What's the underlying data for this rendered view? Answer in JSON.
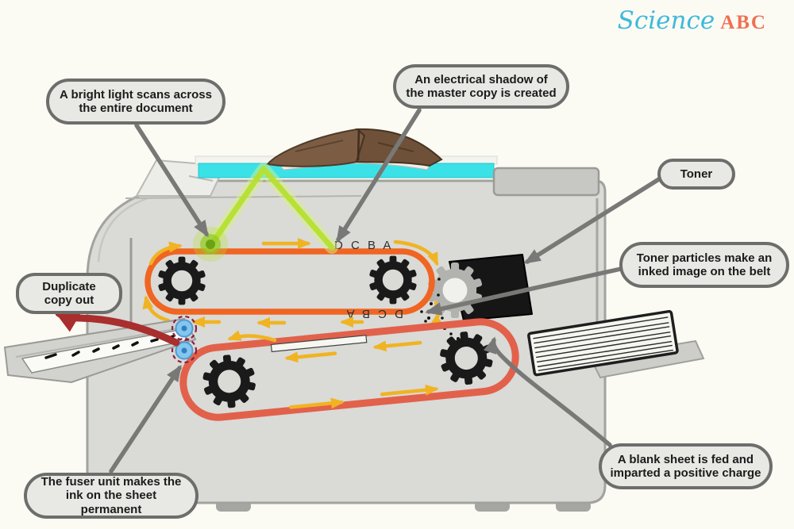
{
  "logo": {
    "science": "Science",
    "abc": "ABC"
  },
  "callouts": {
    "bright_light": "A bright light scans across the entire document",
    "electrical_shadow": "An electrical shadow of the master copy is created",
    "toner": "Toner",
    "toner_particles": "Toner particles make an inked image on the belt",
    "duplicate_copy": "Duplicate copy out",
    "fuser": "The fuser unit makes the ink on the sheet permanent",
    "blank_sheet": "A blank sheet is fed and imparted a positive charge"
  },
  "belt_labels": {
    "top": "D C B A",
    "bottom_flipped": "D C B A"
  },
  "colors": {
    "glass_cyan": "#3ae2e8",
    "beam_green": "#b5e02e",
    "upper_belt_orange": "#f06522",
    "lower_belt_red": "#e2614b",
    "arrow_yellow": "#f0b422",
    "arrow_dark_red": "#a92e2e",
    "pointer_gray": "#787876",
    "callout_fill": "#e8e8e5",
    "callout_border": "#6d6d6b",
    "logo_science": "#3fb9dc",
    "logo_abc": "#ef7051",
    "roller_blue": "#85c6ef",
    "machine_gray": "#dadad7",
    "book_brown": "#7c5d44"
  }
}
